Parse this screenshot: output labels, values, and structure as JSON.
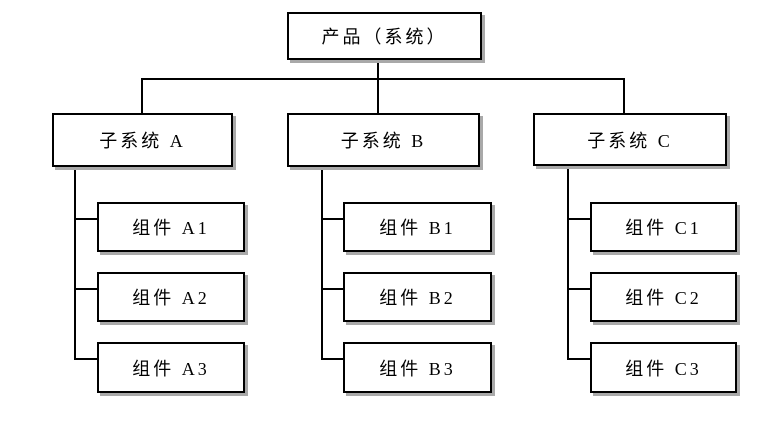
{
  "tree": {
    "root": {
      "label": "产品（系统）"
    },
    "subsystems": [
      {
        "label": "子系统 A",
        "components": [
          {
            "label": "组件 A1"
          },
          {
            "label": "组件 A2"
          },
          {
            "label": "组件 A3"
          }
        ]
      },
      {
        "label": "子系统 B",
        "components": [
          {
            "label": "组件 B1"
          },
          {
            "label": "组件 B2"
          },
          {
            "label": "组件 B3"
          }
        ]
      },
      {
        "label": "子系统 C",
        "components": [
          {
            "label": "组件 C1"
          },
          {
            "label": "组件 C2"
          },
          {
            "label": "组件 C3"
          }
        ]
      }
    ]
  },
  "colors": {
    "background": "#ffffff",
    "box_fill": "#ffffff",
    "box_border": "#000000",
    "box_shadow": "#a9a9a9",
    "connector_line": "#000000",
    "text": "#000000"
  }
}
